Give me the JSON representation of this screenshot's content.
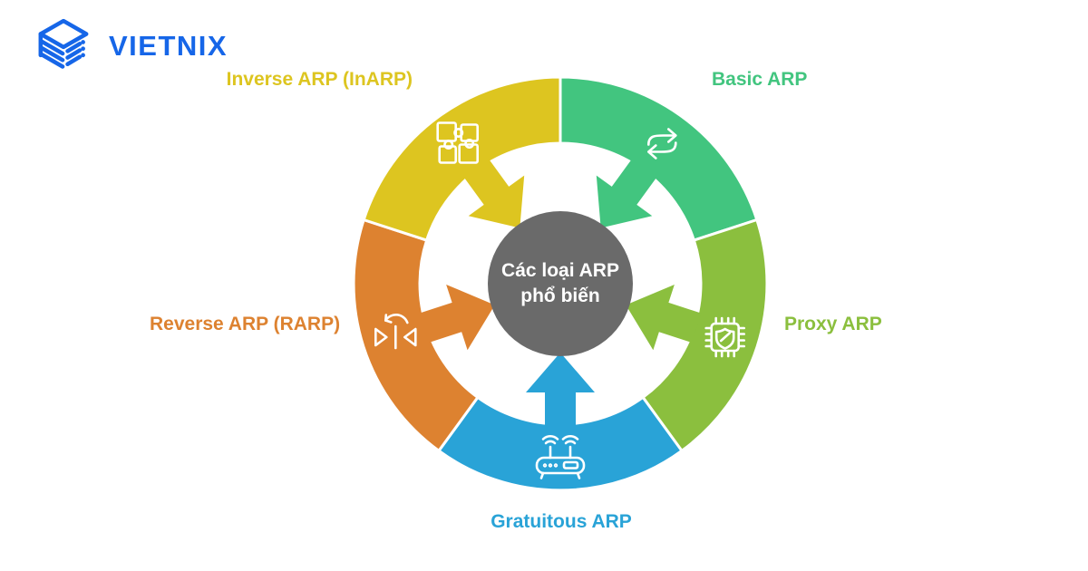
{
  "brand": {
    "name": "VIETNIX",
    "color": "#1666e8"
  },
  "background": "#ffffff",
  "center": {
    "line1": "Các loại ARP",
    "line2": "phổ biến",
    "bg_color": "#6a6a6a",
    "text_color": "#ffffff"
  },
  "segments": [
    {
      "id": "inverse",
      "label": "Inverse ARP (InARP)",
      "color": "#ddc520",
      "icon": "puzzle-icon"
    },
    {
      "id": "basic",
      "label": "Basic ARP",
      "color": "#42c57f",
      "icon": "swap-arrows-icon"
    },
    {
      "id": "proxy",
      "label": "Proxy ARP",
      "color": "#8bbf3e",
      "icon": "chip-shield-icon"
    },
    {
      "id": "gratuitous",
      "label": "Gratuitous ARP",
      "color": "#29a3d7",
      "icon": "router-wifi-icon"
    },
    {
      "id": "reverse",
      "label": "Reverse ARP (RARP)",
      "color": "#dd8230",
      "icon": "flip-horizontal-icon"
    }
  ]
}
